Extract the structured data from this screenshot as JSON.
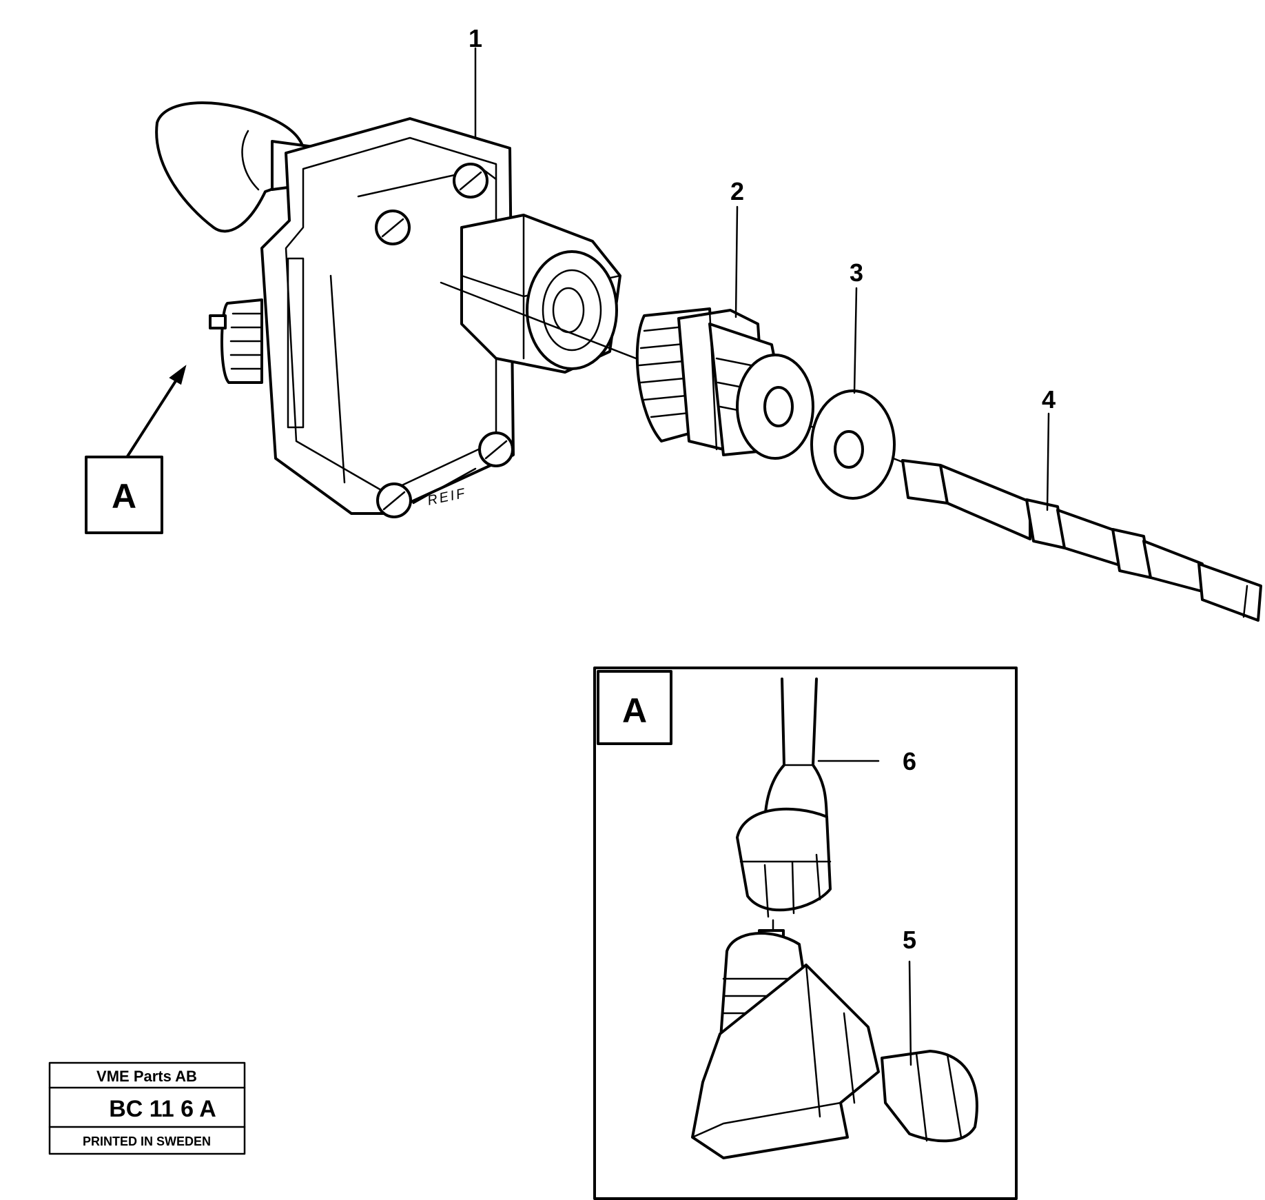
{
  "callouts": {
    "part_1": "1",
    "part_2": "2",
    "part_3": "3",
    "part_4": "4",
    "part_5": "5",
    "part_6": "6"
  },
  "view_label_main": "A",
  "view_label_detail": "A",
  "housing_marking": "REIF",
  "title_block": {
    "company": "VME Parts AB",
    "drawing_number": "BC 11 6 A",
    "printed": "PRINTED IN SWEDEN"
  }
}
